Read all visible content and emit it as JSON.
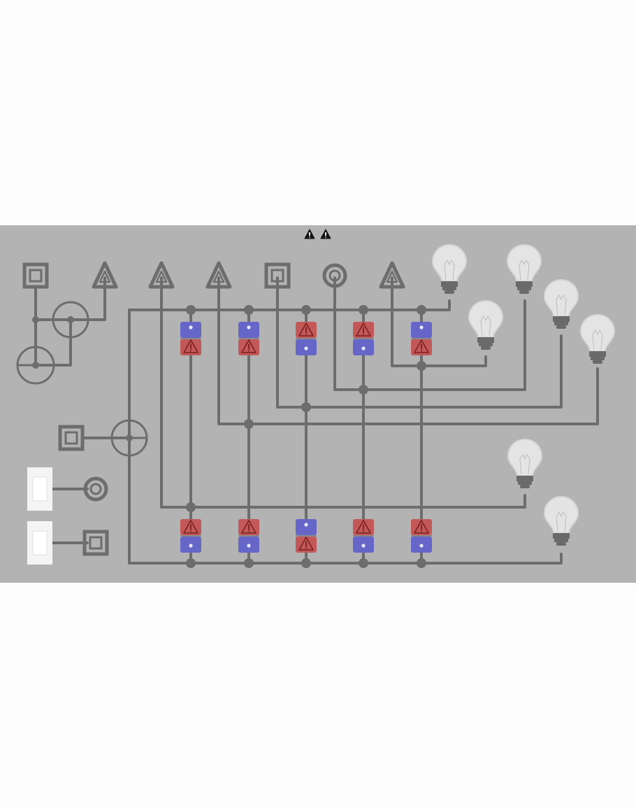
{
  "colors": {
    "board_background": "#b3b3b3",
    "page_background": "#fdfdfd",
    "wire": "#6d6d6d",
    "switch_on_half": "#6666c8",
    "switch_warn_half": "#c25858",
    "bulb_glass": "#e4e4e4",
    "bulb_base": "#6a6a6a",
    "toggle_face": "#ffffff",
    "status_icon": "#111111"
  },
  "status_bar": {
    "icons": [
      "warning-icon",
      "warning-icon"
    ]
  },
  "board": {
    "input_symbols": [
      {
        "id": "s1",
        "shape": "square"
      },
      {
        "id": "s2",
        "shape": "triangle"
      },
      {
        "id": "s3",
        "shape": "triangle"
      },
      {
        "id": "s4",
        "shape": "triangle"
      },
      {
        "id": "s5",
        "shape": "square"
      },
      {
        "id": "s6",
        "shape": "circle"
      },
      {
        "id": "s7",
        "shape": "triangle"
      },
      {
        "id": "s8",
        "shape": "square"
      },
      {
        "id": "s9",
        "shape": "circle"
      },
      {
        "id": "s10",
        "shape": "square"
      }
    ],
    "toggle_buttons": [
      {
        "id": "toggle-1",
        "linked_symbol": "circle"
      },
      {
        "id": "toggle-2",
        "linked_symbol": "square"
      }
    ],
    "upper_switch_row": [
      "blue-top",
      "blue-top",
      "red-top",
      "red-top",
      "blue-top"
    ],
    "lower_switch_row": [
      "red-top",
      "red-top",
      "blue-top",
      "red-top",
      "red-top"
    ],
    "bulbs": [
      {
        "id": "bulb-1",
        "lit": false
      },
      {
        "id": "bulb-2",
        "lit": false
      },
      {
        "id": "bulb-3",
        "lit": false
      },
      {
        "id": "bulb-4",
        "lit": false
      },
      {
        "id": "bulb-5",
        "lit": false
      },
      {
        "id": "bulb-6",
        "lit": false
      },
      {
        "id": "bulb-7",
        "lit": false
      }
    ]
  }
}
